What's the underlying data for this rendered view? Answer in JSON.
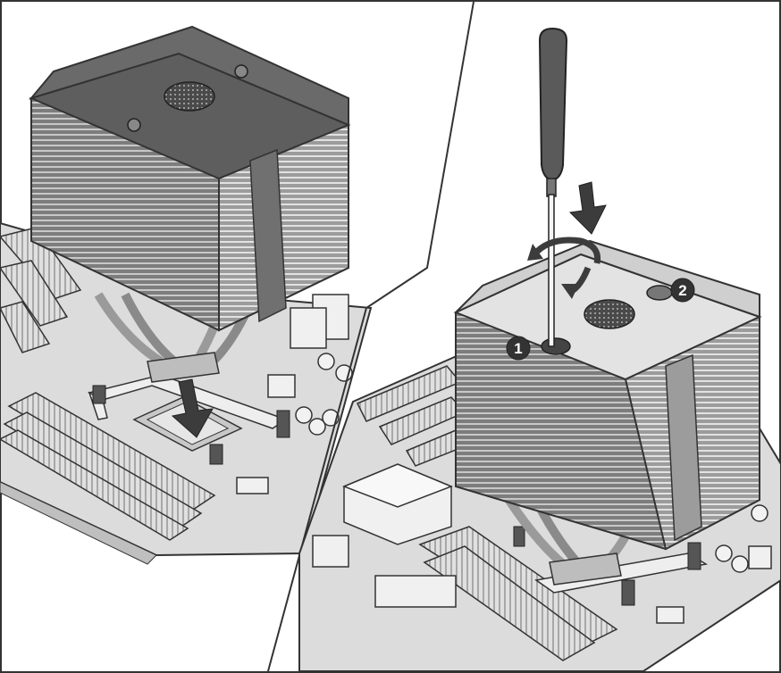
{
  "title": "",
  "panels": [
    {
      "id": "left",
      "description_hidden": true
    },
    {
      "id": "right",
      "description_hidden": true
    }
  ],
  "callouts": [
    {
      "label": "1"
    },
    {
      "label": "2"
    }
  ],
  "colors": {
    "outline": "#333333",
    "cooler_dark": "#5a5a5a",
    "cooler_mid": "#8a8a8a",
    "cooler_light": "#b9b9b9",
    "board": "#d8d8d8",
    "board_light": "#e8e8e8",
    "arrow": "#3c3c3c",
    "background": "#ffffff"
  },
  "icons": [
    "down-arrow-icon",
    "rotate-arrow-icon",
    "screwdriver-icon",
    "fan-logo-icon"
  ]
}
